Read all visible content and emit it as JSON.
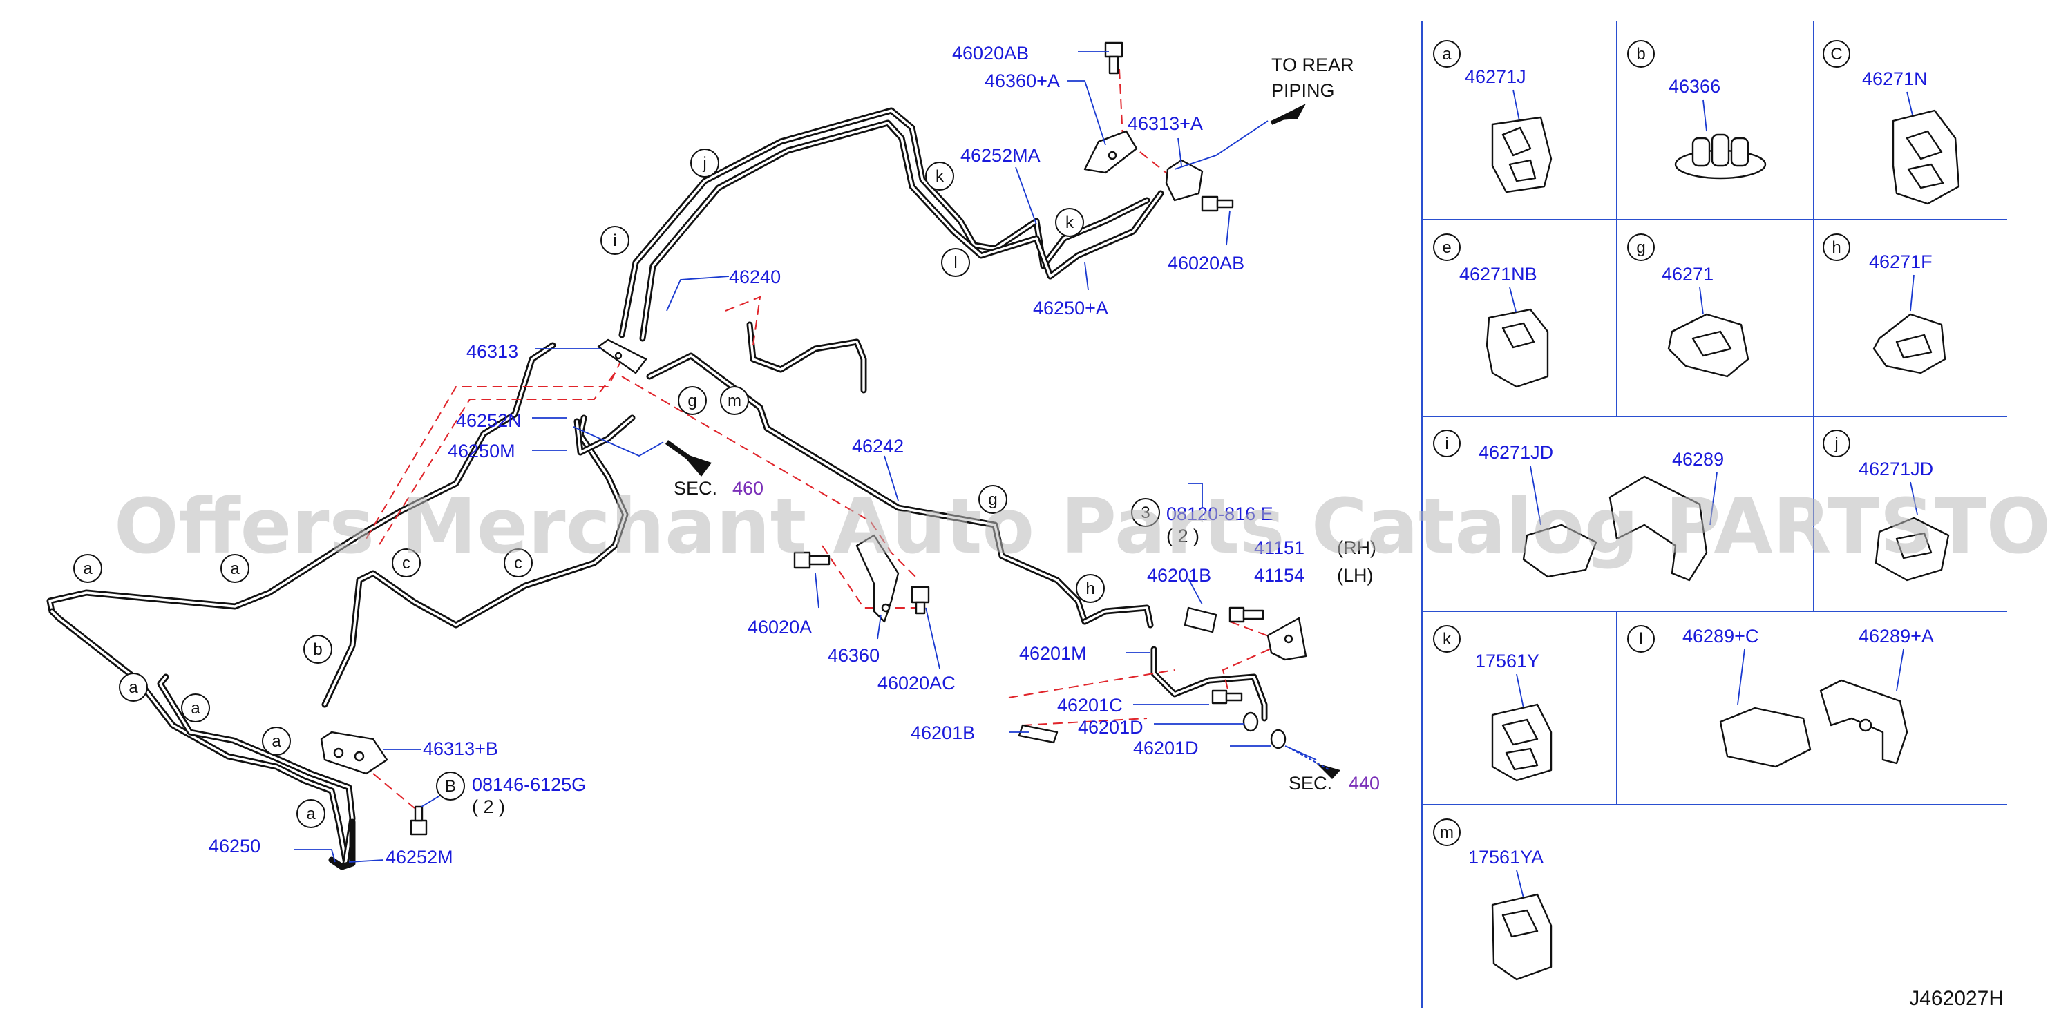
{
  "diagram_id": "J462027H",
  "watermark": "Offers Merchant Auto Parts Catalog PARTSTORE.SA",
  "destination_note": {
    "line1": "TO  REAR",
    "line2": "PIPING"
  },
  "section_refs": [
    {
      "prefix": "SEC.",
      "number": "460"
    },
    {
      "prefix": "SEC.",
      "number": "440"
    }
  ],
  "part_labels": {
    "p46020AB_top": "46020AB",
    "p46360A": "46360+A",
    "p46313A": "46313+A",
    "p46252MA": "46252MA",
    "p46020AB_right": "46020AB",
    "p46250A": "46250+A",
    "p46240": "46240",
    "p46313": "46313",
    "p46252N": "46252N",
    "p46250M": "46250M",
    "p46242": "46242",
    "p08120": "08120-816 E",
    "p08120_qty": "( 2 )",
    "p41151": "41151",
    "p41151_side": "(RH)",
    "p41154": "41154",
    "p41154_side": "(LH)",
    "p46201B_top": "46201B",
    "p46020A": "46020A",
    "p46360": "46360",
    "p46020AC": "46020AC",
    "p46201M": "46201M",
    "p46201C": "46201C",
    "p46201D_a": "46201D",
    "p46201D_b": "46201D",
    "p46201B_bot": "46201B",
    "p46313B": "46313+B",
    "p08146": "08146-6125G",
    "p08146_qty": "( 2 )",
    "p46250": "46250",
    "p46252M": "46252M"
  },
  "callouts": {
    "j": "j",
    "k1": "k",
    "k2": "k",
    "l": "l",
    "i": "i",
    "g1": "g",
    "m": "m",
    "g2": "g",
    "h": "h",
    "a1": "a",
    "a2": "a",
    "a3": "a",
    "a4": "a",
    "a5": "a",
    "a6": "a",
    "c1": "c",
    "c2": "c",
    "b": "b",
    "B": "B",
    "n3": "3"
  },
  "clip_panels": [
    {
      "key": "a",
      "parts": [
        "46271J"
      ]
    },
    {
      "key": "b",
      "parts": [
        "46366"
      ]
    },
    {
      "key": "C",
      "parts": [
        "46271N"
      ]
    },
    {
      "key": "e",
      "parts": [
        "46271NB"
      ]
    },
    {
      "key": "g",
      "parts": [
        "46271"
      ]
    },
    {
      "key": "h",
      "parts": [
        "46271F"
      ]
    },
    {
      "key": "i",
      "parts": [
        "46271JD",
        "46289"
      ]
    },
    {
      "key": "j",
      "parts": [
        "46271JD"
      ]
    },
    {
      "key": "k",
      "parts": [
        "17561Y"
      ]
    },
    {
      "key": "l",
      "parts": [
        "46289+C",
        "46289+A"
      ]
    },
    {
      "key": "m",
      "parts": [
        "17561YA"
      ]
    }
  ],
  "colors": {
    "part_number": "#1a1adb",
    "section_number": "#7a2fb8",
    "dashed_relation": "#e0242a",
    "leader": "#1a3ad0",
    "grid": "#2a4fd0"
  }
}
